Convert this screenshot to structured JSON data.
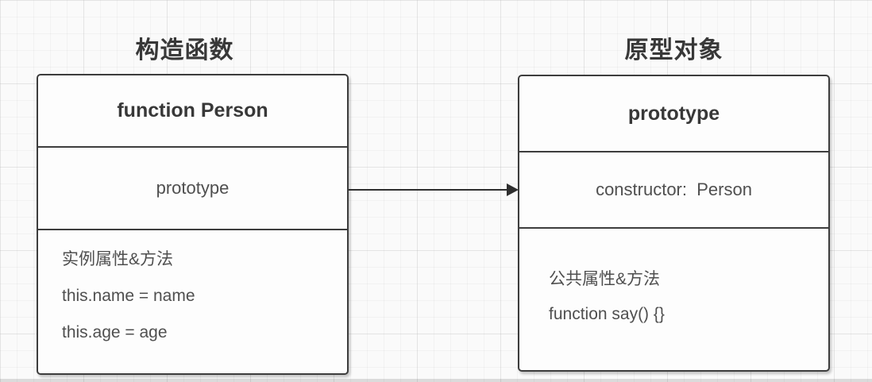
{
  "diagram": {
    "left": {
      "title": "构造函数",
      "header": "function Person",
      "middle": "prototype",
      "body": [
        "实例属性&方法",
        "this.name = name",
        "this.age = age"
      ]
    },
    "right": {
      "title": "原型对象",
      "header": "prototype",
      "middle": "constructor:  Person",
      "body": [
        "公共属性&方法",
        "function say() {}"
      ]
    },
    "colors": {
      "background": "#fafafa",
      "border": "#3d3d3d",
      "heading_text": "#383838",
      "body_text": "#4f4f4f",
      "arrow": "#2f2f2f"
    }
  }
}
